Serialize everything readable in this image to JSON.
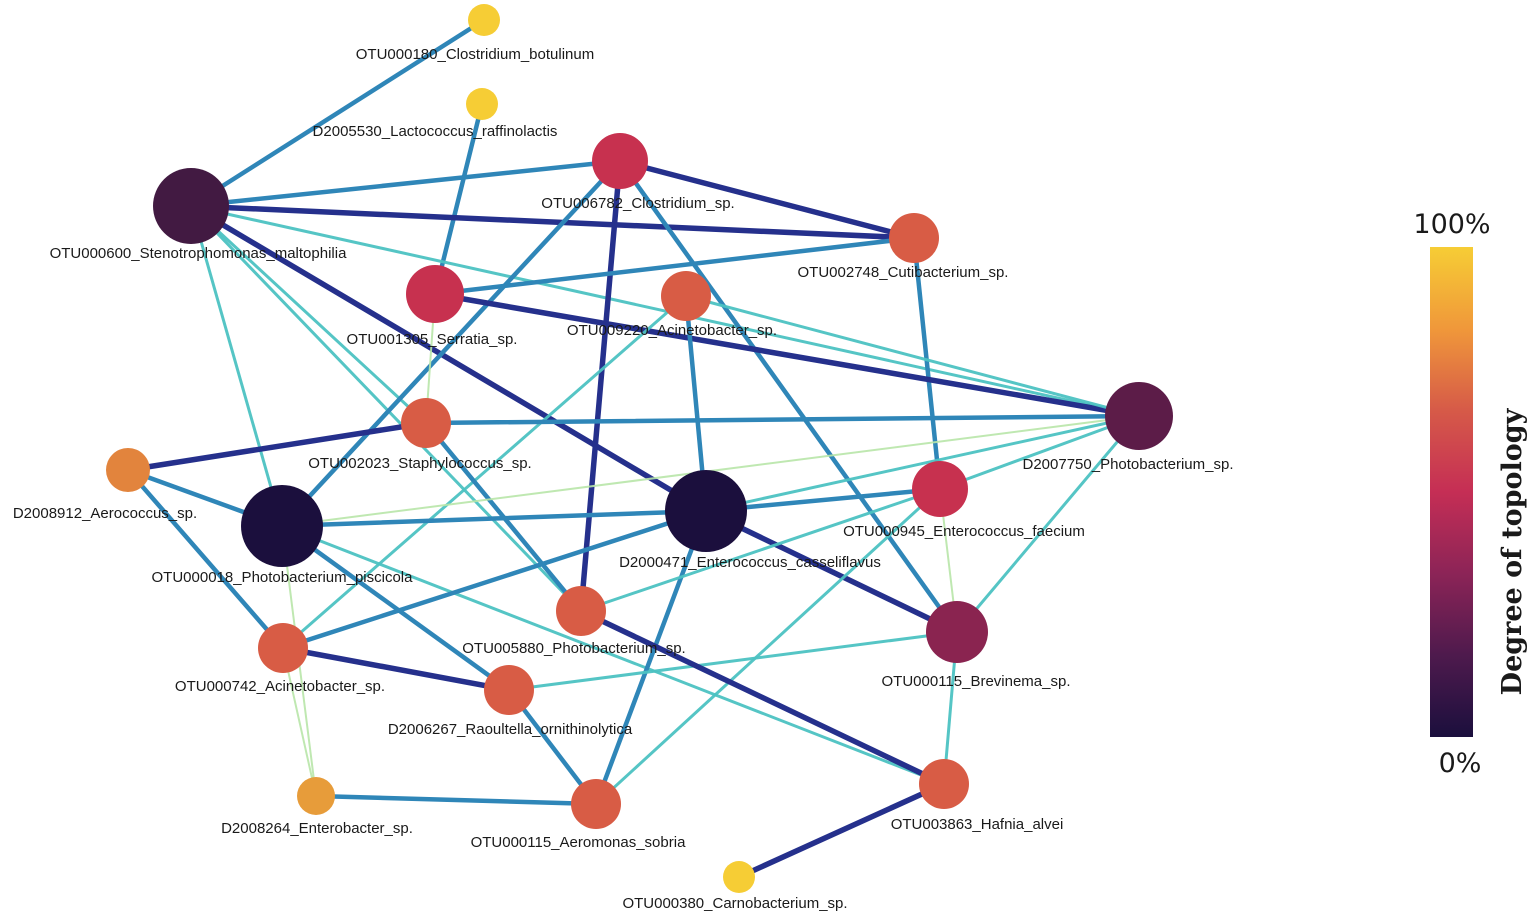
{
  "legend": {
    "title": "Degree of topology",
    "max_label": "100%",
    "min_label": "0%",
    "gradient_stops": [
      "#f6cd35",
      "#f0983a",
      "#d65a48",
      "#c52e55",
      "#8c2457",
      "#4e1a4d",
      "#1b0f3d"
    ]
  },
  "edge_colors": {
    "strong": "#25308c",
    "mid": "#2f86b8",
    "weak": "#4cc2c2",
    "faint": "#b8e6a8"
  },
  "nodes": [
    {
      "id": "n1",
      "label": "OTU000180_Clostridium_botulinum",
      "color": "#f6cd35"
    },
    {
      "id": "n2",
      "label": "D2005530_Lactococcus_raffinolactis",
      "color": "#f6cd35"
    },
    {
      "id": "n3",
      "label": "OTU006782_Clostridium_sp.",
      "color": "#c7314f"
    },
    {
      "id": "n4",
      "label": "OTU000600_Stenotrophomonas_maltophilia",
      "color": "#421a42"
    },
    {
      "id": "n5",
      "label": "OTU002748_Cutibacterium_sp.",
      "color": "#d85c45"
    },
    {
      "id": "n6",
      "label": "OTU001305_Serratia_sp.",
      "color": "#c7314f"
    },
    {
      "id": "n7",
      "label": "OTU009220_Acinetobacter_sp.",
      "color": "#d85c45"
    },
    {
      "id": "n8",
      "label": "D2007750_Photobacterium_sp.",
      "color": "#5c1c48"
    },
    {
      "id": "n9",
      "label": "OTU002023_Staphylococcus_sp.",
      "color": "#d85c45"
    },
    {
      "id": "n10",
      "label": "D2008912_Aerococcus_sp.",
      "color": "#e2843d"
    },
    {
      "id": "n11",
      "label": "OTU000945_Enterococcus_faecium",
      "color": "#c7314f"
    },
    {
      "id": "n12",
      "label": "OTU000018_Photobacterium_piscicola",
      "color": "#1b0f3d"
    },
    {
      "id": "n13",
      "label": "D2000471_Enterococcus_casseliflavus",
      "color": "#1b0f3d"
    },
    {
      "id": "n14",
      "label": "OTU005880_Photobacterium_sp.",
      "color": "#d85c45"
    },
    {
      "id": "n15",
      "label": "OTU000115_Brevinema_sp.",
      "color": "#8a2450"
    },
    {
      "id": "n16",
      "label": "OTU000742_Acinetobacter_sp.",
      "color": "#d85c45"
    },
    {
      "id": "n17",
      "label": "D2006267_Raoultella_ornithinolytica",
      "color": "#d85c45"
    },
    {
      "id": "n18",
      "label": "D2008264_Enterobacter_sp.",
      "color": "#e79c3a"
    },
    {
      "id": "n19",
      "label": "OTU000115_Aeromonas_sobria",
      "color": "#d85c45"
    },
    {
      "id": "n20",
      "label": "OTU003863_Hafnia_alvei",
      "color": "#d85c45"
    },
    {
      "id": "n21",
      "label": "OTU000380_Carnobacterium_sp.",
      "color": "#f6cd35"
    }
  ],
  "edges": [
    {
      "source": "n1",
      "target": "n4",
      "strength": "mid"
    },
    {
      "source": "n2",
      "target": "n6",
      "strength": "mid"
    },
    {
      "source": "n4",
      "target": "n3",
      "strength": "mid"
    },
    {
      "source": "n4",
      "target": "n5",
      "strength": "strong"
    },
    {
      "source": "n4",
      "target": "n13",
      "strength": "strong"
    },
    {
      "source": "n4",
      "target": "n12",
      "strength": "weak"
    },
    {
      "source": "n4",
      "target": "n9",
      "strength": "weak"
    },
    {
      "source": "n4",
      "target": "n14",
      "strength": "weak"
    },
    {
      "source": "n4",
      "target": "n8",
      "strength": "weak"
    },
    {
      "source": "n3",
      "target": "n5",
      "strength": "strong"
    },
    {
      "source": "n3",
      "target": "n14",
      "strength": "strong"
    },
    {
      "source": "n3",
      "target": "n12",
      "strength": "mid"
    },
    {
      "source": "n3",
      "target": "n15",
      "strength": "mid"
    },
    {
      "source": "n5",
      "target": "n6",
      "strength": "mid"
    },
    {
      "source": "n5",
      "target": "n11",
      "strength": "mid"
    },
    {
      "source": "n6",
      "target": "n8",
      "strength": "strong"
    },
    {
      "source": "n7",
      "target": "n13",
      "strength": "mid"
    },
    {
      "source": "n7",
      "target": "n8",
      "strength": "weak"
    },
    {
      "source": "n7",
      "target": "n16",
      "strength": "weak"
    },
    {
      "source": "n9",
      "target": "n8",
      "strength": "mid"
    },
    {
      "source": "n9",
      "target": "n10",
      "strength": "strong"
    },
    {
      "source": "n9",
      "target": "n14",
      "strength": "mid"
    },
    {
      "source": "n9",
      "target": "n6",
      "strength": "faint"
    },
    {
      "source": "n10",
      "target": "n12",
      "strength": "mid"
    },
    {
      "source": "n10",
      "target": "n16",
      "strength": "mid"
    },
    {
      "source": "n12",
      "target": "n13",
      "strength": "mid"
    },
    {
      "source": "n12",
      "target": "n8",
      "strength": "faint"
    },
    {
      "source": "n12",
      "target": "n17",
      "strength": "mid"
    },
    {
      "source": "n12",
      "target": "n20",
      "strength": "weak"
    },
    {
      "source": "n12",
      "target": "n18",
      "strength": "faint"
    },
    {
      "source": "n13",
      "target": "n11",
      "strength": "mid"
    },
    {
      "source": "n13",
      "target": "n15",
      "strength": "strong"
    },
    {
      "source": "n13",
      "target": "n16",
      "strength": "mid"
    },
    {
      "source": "n13",
      "target": "n19",
      "strength": "mid"
    },
    {
      "source": "n8",
      "target": "n11",
      "strength": "weak"
    },
    {
      "source": "n8",
      "target": "n15",
      "strength": "weak"
    },
    {
      "source": "n8",
      "target": "n13",
      "strength": "weak"
    },
    {
      "source": "n11",
      "target": "n14",
      "strength": "weak"
    },
    {
      "source": "n11",
      "target": "n19",
      "strength": "weak"
    },
    {
      "source": "n11",
      "target": "n15",
      "strength": "faint"
    },
    {
      "source": "n15",
      "target": "n17",
      "strength": "weak"
    },
    {
      "source": "n15",
      "target": "n20",
      "strength": "weak"
    },
    {
      "source": "n14",
      "target": "n20",
      "strength": "strong"
    },
    {
      "source": "n16",
      "target": "n17",
      "strength": "strong"
    },
    {
      "source": "n16",
      "target": "n18",
      "strength": "faint"
    },
    {
      "source": "n17",
      "target": "n19",
      "strength": "mid"
    },
    {
      "source": "n18",
      "target": "n19",
      "strength": "mid"
    },
    {
      "source": "n20",
      "target": "n21",
      "strength": "strong"
    }
  ]
}
